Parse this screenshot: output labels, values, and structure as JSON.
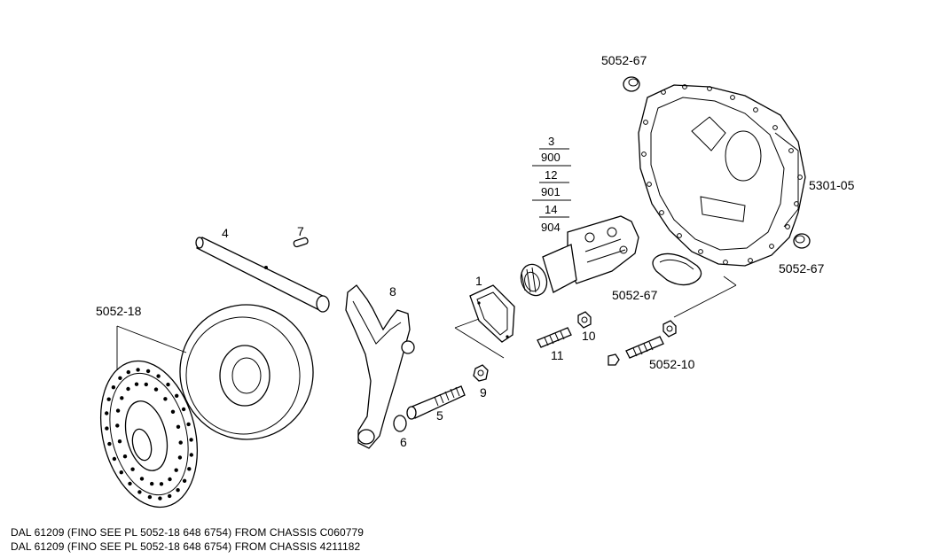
{
  "callouts": {
    "c5052_67_top": "5052-67",
    "c5301_05": "5301-05",
    "c5052_67_right": "5052-67",
    "c5052_67_cover": "5052-67",
    "c5052_10": "5052-10",
    "c5052_18": "5052-18",
    "c1": "1",
    "c4": "4",
    "c5": "5",
    "c6": "6",
    "c7": "7",
    "c8": "8",
    "c9": "9",
    "c10": "10",
    "c11": "11"
  },
  "fractions": [
    "3",
    "900",
    "12",
    "901",
    "14",
    "904"
  ],
  "notes": [
    "DAL 61209 (FINO SEE PL 5052-18 648 6754) FROM CHASSIS C060779",
    "DAL 61209 (FINO SEE PL 5052-18 648 6754) FROM CHASSIS 4211182"
  ]
}
